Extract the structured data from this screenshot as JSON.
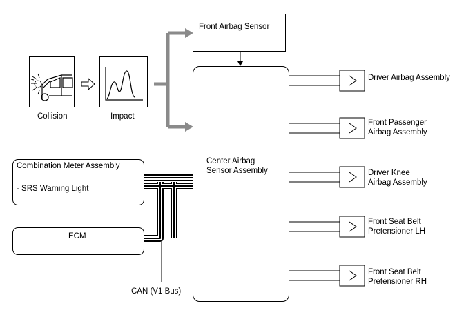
{
  "front_sensor": {
    "label": "Front Airbag Sensor"
  },
  "collision": {
    "label": "Collision",
    "icon": "car-collision-icon"
  },
  "impact": {
    "label": "Impact",
    "icon": "impact-graph-icon"
  },
  "center_sensor": {
    "label": "Center Airbag\nSensor Assembly"
  },
  "combination_meter": {
    "title": "Combination Meter Assembly",
    "item": "- SRS Warning Light"
  },
  "ecm": {
    "label": "ECM"
  },
  "can_bus": {
    "label": "CAN (V1 Bus)"
  },
  "outputs": [
    {
      "label": "Driver Airbag Assembly"
    },
    {
      "label": "Front Passenger\nAirbag Assembly"
    },
    {
      "label": "Driver Knee\nAirbag Assembly"
    },
    {
      "label": "Front Seat Belt\nPretensioner LH"
    },
    {
      "label": "Front Seat Belt\nPretensioner RH"
    }
  ],
  "colors": {
    "line": "#000000",
    "signal_arrow": "#8a8a8a"
  }
}
